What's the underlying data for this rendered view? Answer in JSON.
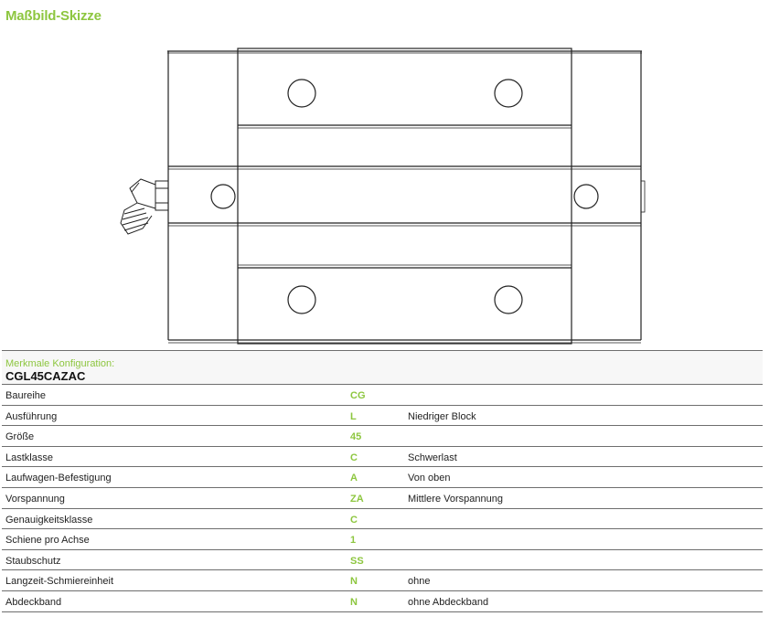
{
  "section": {
    "title": "Maßbild-Skizze"
  },
  "config": {
    "label": "Merkmale Konfiguration:",
    "code": "CGL45CAZAC",
    "rows": [
      {
        "name": "Baureihe",
        "code": "CG",
        "desc": ""
      },
      {
        "name": "Ausführung",
        "code": "L",
        "desc": "Niedriger Block"
      },
      {
        "name": "Größe",
        "code": "45",
        "desc": ""
      },
      {
        "name": "Lastklasse",
        "code": "C",
        "desc": "Schwerlast"
      },
      {
        "name": "Laufwagen-Befestigung",
        "code": "A",
        "desc": "Von oben"
      },
      {
        "name": "Vorspannung",
        "code": "ZA",
        "desc": "Mittlere Vorspannung"
      },
      {
        "name": "Genauigkeitsklasse",
        "code": "C",
        "desc": ""
      },
      {
        "name": "Schiene pro Achse",
        "code": "1",
        "desc": ""
      },
      {
        "name": "Staubschutz",
        "code": "SS",
        "desc": ""
      },
      {
        "name": "Langzeit-Schmiereinheit",
        "code": "N",
        "desc": "ohne"
      },
      {
        "name": "Abdeckband",
        "code": "N",
        "desc": "ohne Abdeckband"
      }
    ]
  },
  "colors": {
    "accent": "#8dc63f",
    "line": "#222222",
    "rule": "#6e6e6e"
  }
}
